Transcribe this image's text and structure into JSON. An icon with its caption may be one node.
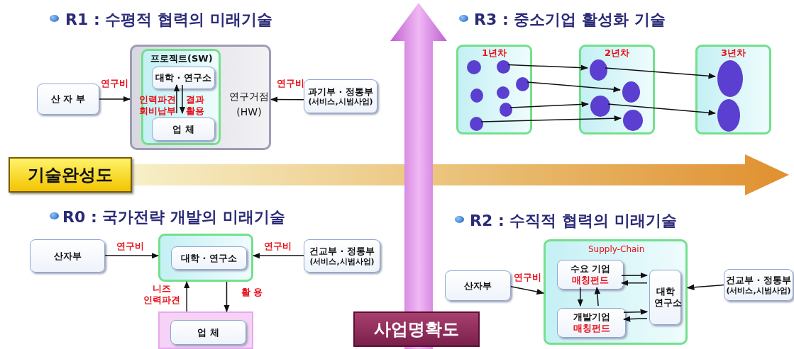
{
  "diagram": {
    "nodes": [
      {
        "text": [
          "산 자 부"
        ]
      },
      {
        "text": [
          "연구거점 (HW)"
        ]
      },
      {
        "text": [
          "프로젝트(SW)"
        ],
        "in": 1
      },
      {
        "text": [
          "대학 · 연구소"
        ],
        "in": 2
      },
      {
        "text": [
          "업 체"
        ],
        "in": 2
      },
      {
        "text": [
          "과기부 · 정통부",
          "(서비스,시범사업)"
        ]
      },
      {
        "text": [
          "1년차"
        ]
      },
      {
        "text": [],
        "shape": "circle",
        "in": 6
      },
      {
        "text": [],
        "shape": "circle",
        "in": 6
      },
      {
        "text": [],
        "shape": "circle",
        "in": 6
      },
      {
        "text": [],
        "shape": "circle",
        "in": 6
      },
      {
        "text": [],
        "shape": "circle",
        "in": 6
      },
      {
        "text": [],
        "shape": "circle",
        "in": 6
      },
      {
        "text": [],
        "shape": "circle",
        "in": 6
      },
      {
        "text": [
          "2년차"
        ]
      },
      {
        "text": [],
        "shape": "circle",
        "in": 14
      },
      {
        "text": [],
        "shape": "circle",
        "in": 14
      },
      {
        "text": [],
        "shape": "circle",
        "in": 14
      },
      {
        "text": [],
        "shape": "circle",
        "in": 14
      },
      {
        "text": [
          "3년차"
        ]
      },
      {
        "text": [],
        "shape": "circle",
        "in": 19
      },
      {
        "text": [],
        "shape": "circle",
        "in": 19
      },
      {
        "text": [
          "기술완성도"
        ]
      },
      {
        "text": [
          "산자부"
        ]
      },
      {
        "text": [],
        "shape": "box"
      },
      {
        "text": [
          "대학 · 연구소"
        ],
        "in": 24
      },
      {
        "text": [
          "건교부 · 정통부",
          "(서비스,시범사업)"
        ]
      },
      {
        "text": [],
        "shape": "box"
      },
      {
        "text": [
          "업 체"
        ],
        "in": 27
      },
      {
        "text": [
          "Supply-Chain"
        ]
      },
      {
        "text": [
          "수요 기업",
          "매칭펀드"
        ],
        "in": 29
      },
      {
        "text": [
          "개발기업",
          "매칭펀드"
        ],
        "in": 29
      },
      {
        "text": [
          "대학 연구소"
        ],
        "in": 29
      },
      {
        "text": [
          "산자부"
        ]
      },
      {
        "text": [
          "건교부 · 정통부",
          "(서비스,시범사업)"
        ]
      },
      {
        "text": [
          "사업명확도"
        ]
      }
    ],
    "edges": [
      {
        "from": 0,
        "to": 1,
        "arrow": "to",
        "label": "연구비"
      },
      {
        "from": 5,
        "to": 1,
        "arrow": "to",
        "label": "연구비"
      },
      {
        "from": 4,
        "to": 3,
        "arrow": "to",
        "label": "인력파견 회비납부"
      },
      {
        "from": 3,
        "to": 4,
        "arrow": "to",
        "label": "결과 활용"
      },
      {
        "from": 8,
        "to": 15,
        "arrow": "to"
      },
      {
        "from": 9,
        "to": 16,
        "arrow": "to"
      },
      {
        "from": 12,
        "to": 17,
        "arrow": "to"
      },
      {
        "from": 13,
        "to": 18,
        "arrow": "to"
      },
      {
        "from": 15,
        "to": 20,
        "arrow": "to"
      },
      {
        "from": 17,
        "to": 21,
        "arrow": "to"
      },
      {
        "from": 23,
        "to": 24,
        "arrow": "to",
        "label": "연구비"
      },
      {
        "from": 26,
        "to": 24,
        "arrow": "to",
        "label": "연구비"
      },
      {
        "from": 27,
        "to": 24,
        "arrow": "to",
        "label": "니즈 인력파견"
      },
      {
        "from": 24,
        "to": 27,
        "arrow": "to",
        "label": "활 용"
      },
      {
        "from": 33,
        "to": 29,
        "arrow": "to",
        "label": "연구비"
      },
      {
        "from": 34,
        "to": 29,
        "arrow": "to"
      },
      {
        "from": 30,
        "to": 31,
        "arrow": "to"
      },
      {
        "from": 31,
        "to": 30,
        "arrow": "to"
      },
      {
        "from": 30,
        "to": 32,
        "arrow": "to"
      },
      {
        "from": 32,
        "to": 30,
        "arrow": "to"
      },
      {
        "from": 31,
        "to": 32,
        "arrow": "to"
      },
      {
        "from": 32,
        "to": 31,
        "arrow": "to"
      }
    ],
    "labels": [
      "R1 : 수평적 협력의 미래기술",
      "R3 : 중소기업 활성화 기술",
      "R0 : 국가전략 개발의 미래기술",
      "R2 : 수직적 협력의 미래기술"
    ]
  }
}
